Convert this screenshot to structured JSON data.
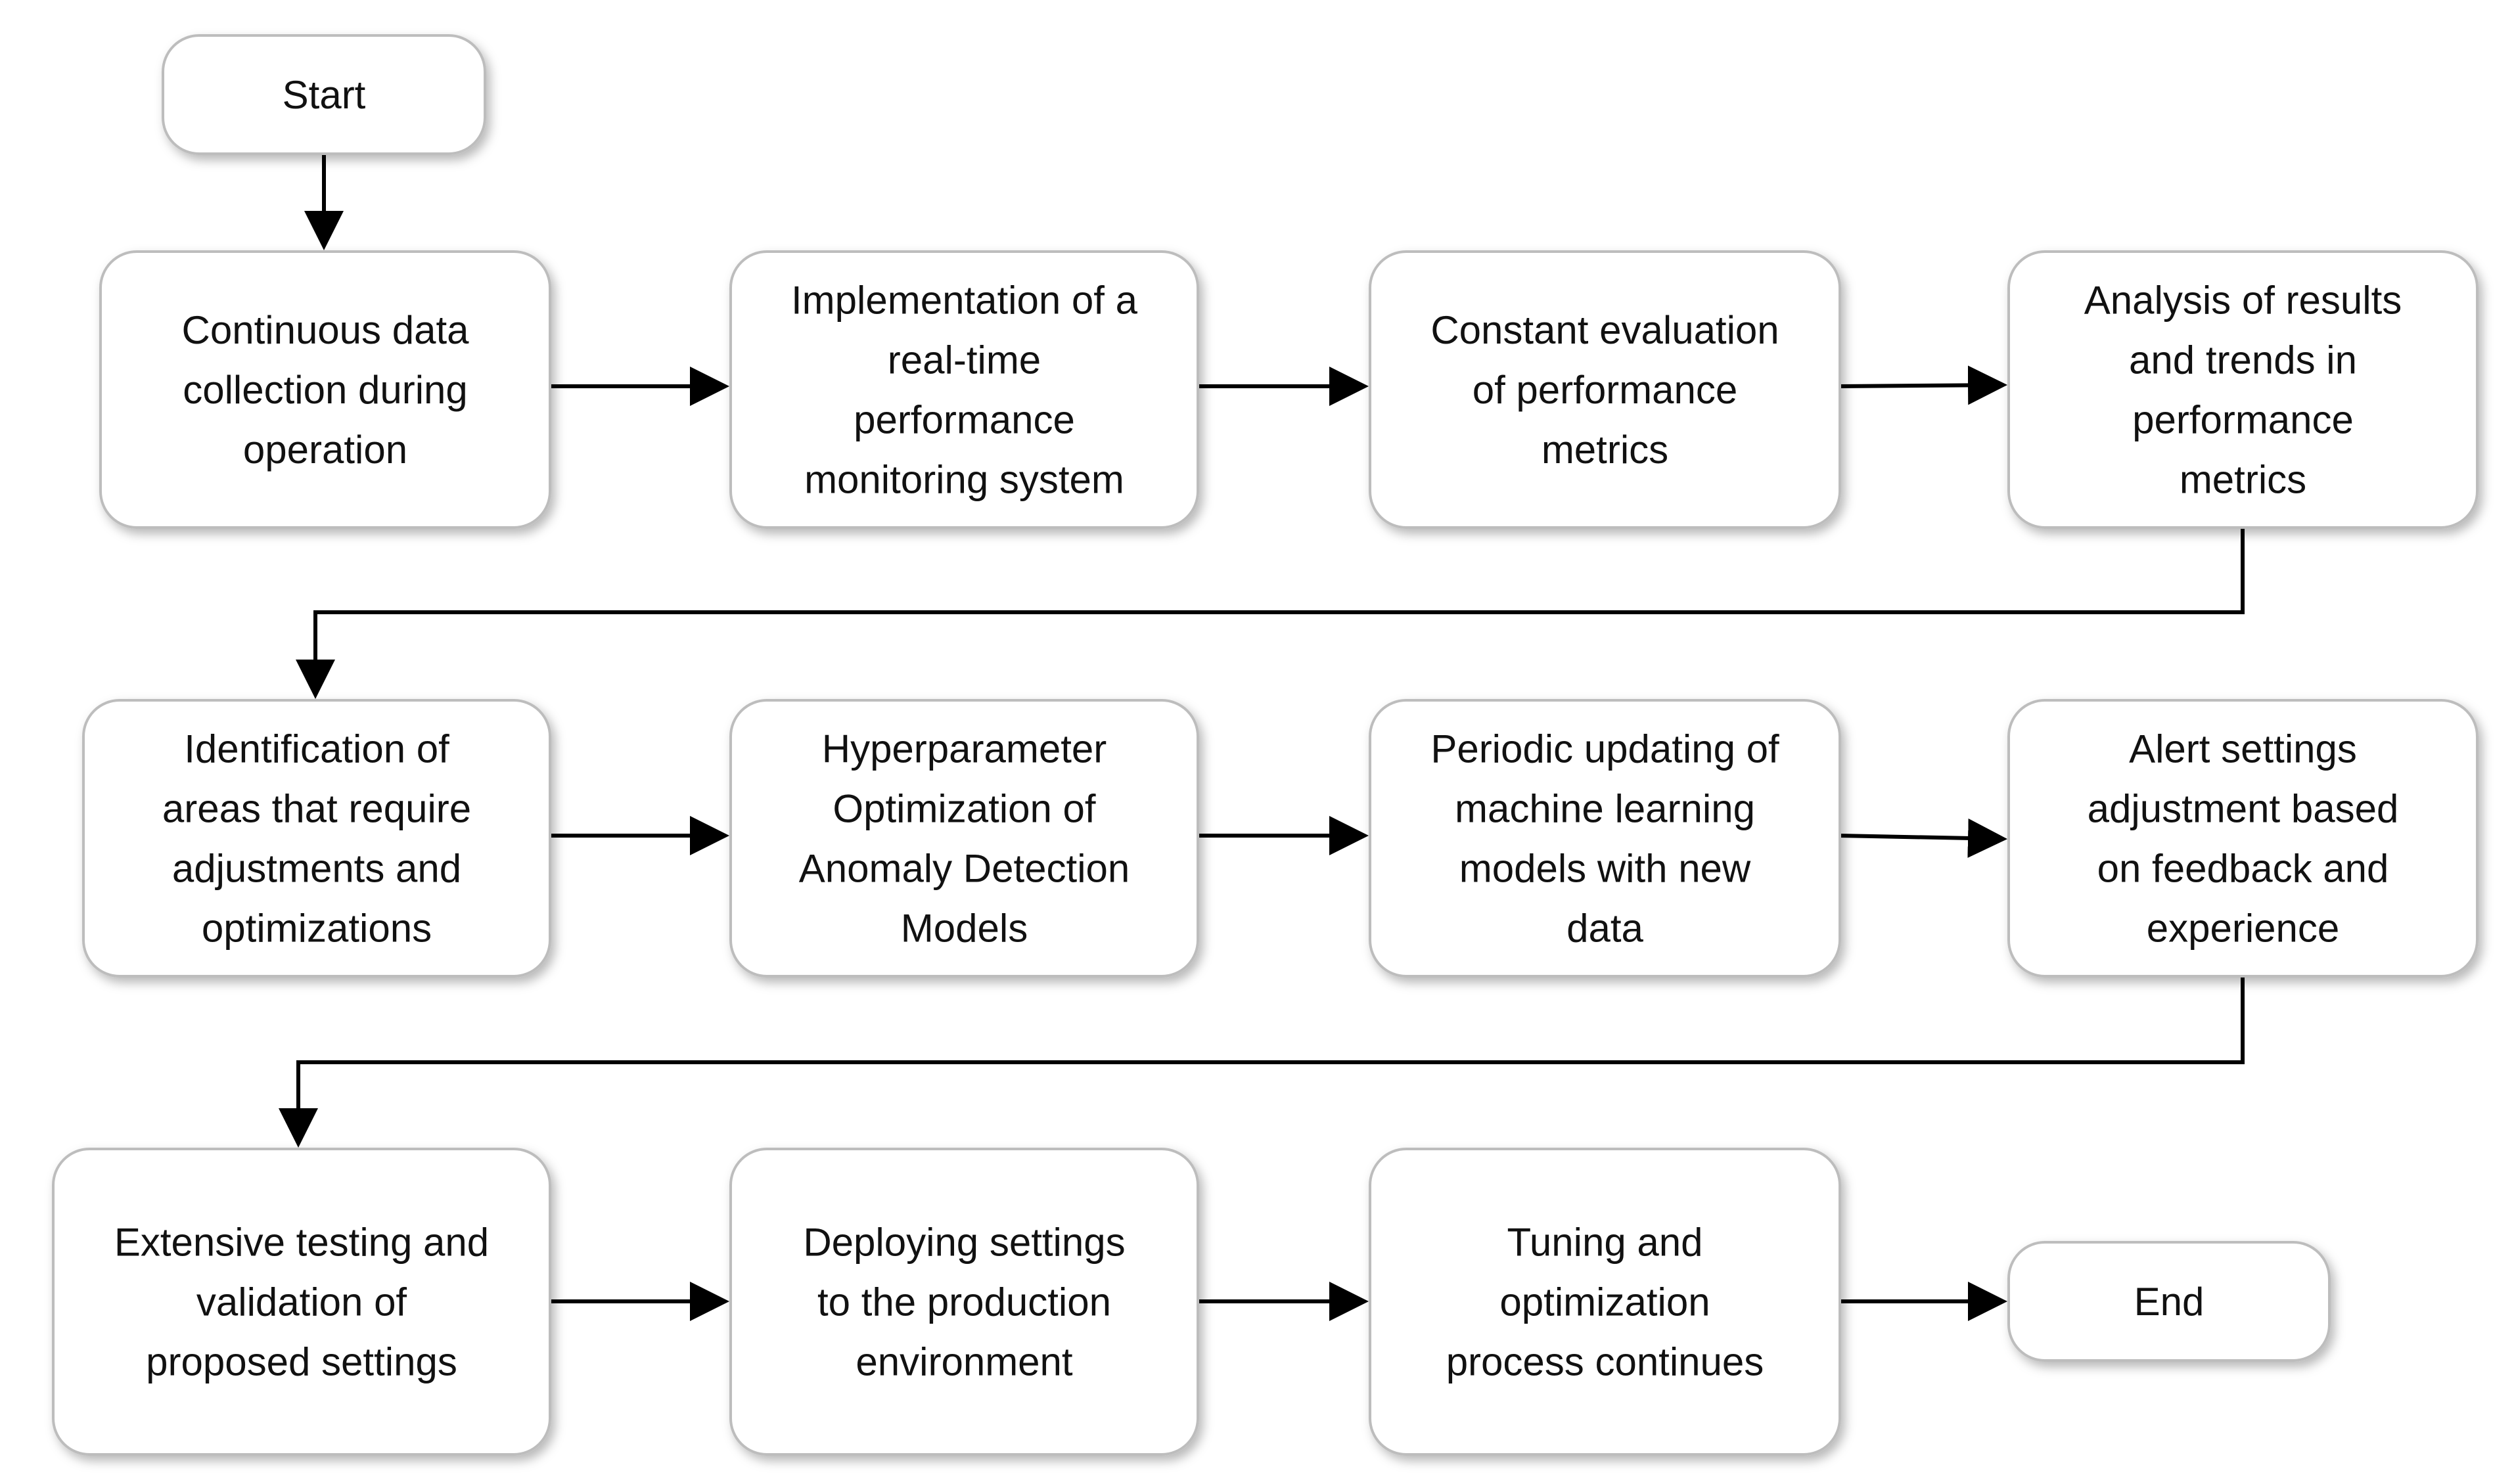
{
  "nodes": [
    {
      "id": "start",
      "lines": [
        "Start"
      ]
    },
    {
      "id": "continuous-data-collection",
      "lines": [
        "Continuous data",
        "collection during",
        "operation"
      ]
    },
    {
      "id": "realtime-monitoring",
      "lines": [
        "Implementation of a",
        "real-time",
        "performance",
        "monitoring system"
      ]
    },
    {
      "id": "constant-evaluation",
      "lines": [
        "Constant evaluation",
        "of performance",
        "metrics"
      ]
    },
    {
      "id": "analysis-results",
      "lines": [
        "Analysis of results",
        "and trends in",
        "performance",
        "metrics"
      ]
    },
    {
      "id": "identification-areas",
      "lines": [
        "Identification of",
        "areas that require",
        "adjustments and",
        "optimizations"
      ]
    },
    {
      "id": "hyperparameter-optimization",
      "lines": [
        "Hyperparameter",
        "Optimization of",
        "Anomaly Detection",
        "Models"
      ]
    },
    {
      "id": "periodic-updating",
      "lines": [
        "Periodic updating of",
        "machine learning",
        "models with new",
        "data"
      ]
    },
    {
      "id": "alert-settings",
      "lines": [
        "Alert settings",
        "adjustment based",
        "on feedback and",
        "experience"
      ]
    },
    {
      "id": "extensive-testing",
      "lines": [
        "Extensive testing and",
        "validation of",
        "proposed settings"
      ]
    },
    {
      "id": "deploying-settings",
      "lines": [
        "Deploying settings",
        "to the production",
        "environment"
      ]
    },
    {
      "id": "tuning-continues",
      "lines": [
        "Tuning and",
        "optimization",
        "process continues"
      ]
    },
    {
      "id": "end",
      "lines": [
        "End"
      ]
    }
  ],
  "edges": [
    {
      "from": "start",
      "to": "continuous-data-collection"
    },
    {
      "from": "continuous-data-collection",
      "to": "realtime-monitoring"
    },
    {
      "from": "realtime-monitoring",
      "to": "constant-evaluation"
    },
    {
      "from": "constant-evaluation",
      "to": "analysis-results"
    },
    {
      "from": "analysis-results",
      "to": "identification-areas"
    },
    {
      "from": "identification-areas",
      "to": "hyperparameter-optimization"
    },
    {
      "from": "hyperparameter-optimization",
      "to": "periodic-updating"
    },
    {
      "from": "periodic-updating",
      "to": "alert-settings"
    },
    {
      "from": "alert-settings",
      "to": "extensive-testing"
    },
    {
      "from": "extensive-testing",
      "to": "deploying-settings"
    },
    {
      "from": "deploying-settings",
      "to": "tuning-continues"
    },
    {
      "from": "tuning-continues",
      "to": "end"
    }
  ]
}
